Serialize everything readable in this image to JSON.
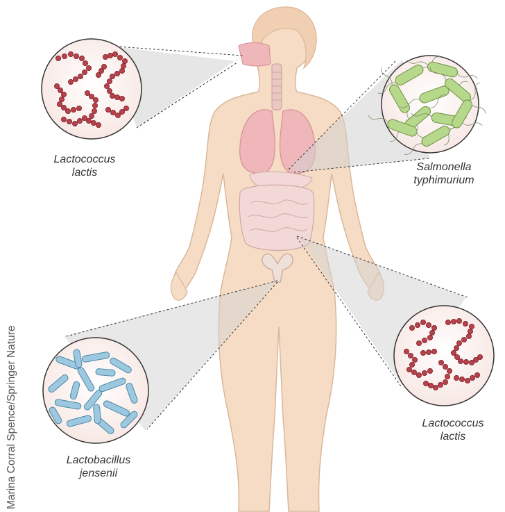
{
  "labels": {
    "top_left": {
      "line1": "Lactococcus",
      "line2": "lactis"
    },
    "top_right": {
      "line1": "Salmonella",
      "line2": "typhimurium"
    },
    "bottom_right": {
      "line1": "Lactococcus",
      "line2": "lactis"
    },
    "bottom_left": {
      "line1": "Lactobacillus",
      "line2": "jensenii"
    }
  },
  "credit": "Marina Corral Spence/Springer Nature",
  "colors": {
    "skin": "#f6dcc4",
    "skin_outline": "#d9b79a",
    "organ_pink": "#f0b7ba",
    "intestine": "#f2d8d6",
    "coccus_red": "#b8424c",
    "bacillus_blue": "#9cc9e0",
    "salmonella_green": "#b6d88a"
  }
}
